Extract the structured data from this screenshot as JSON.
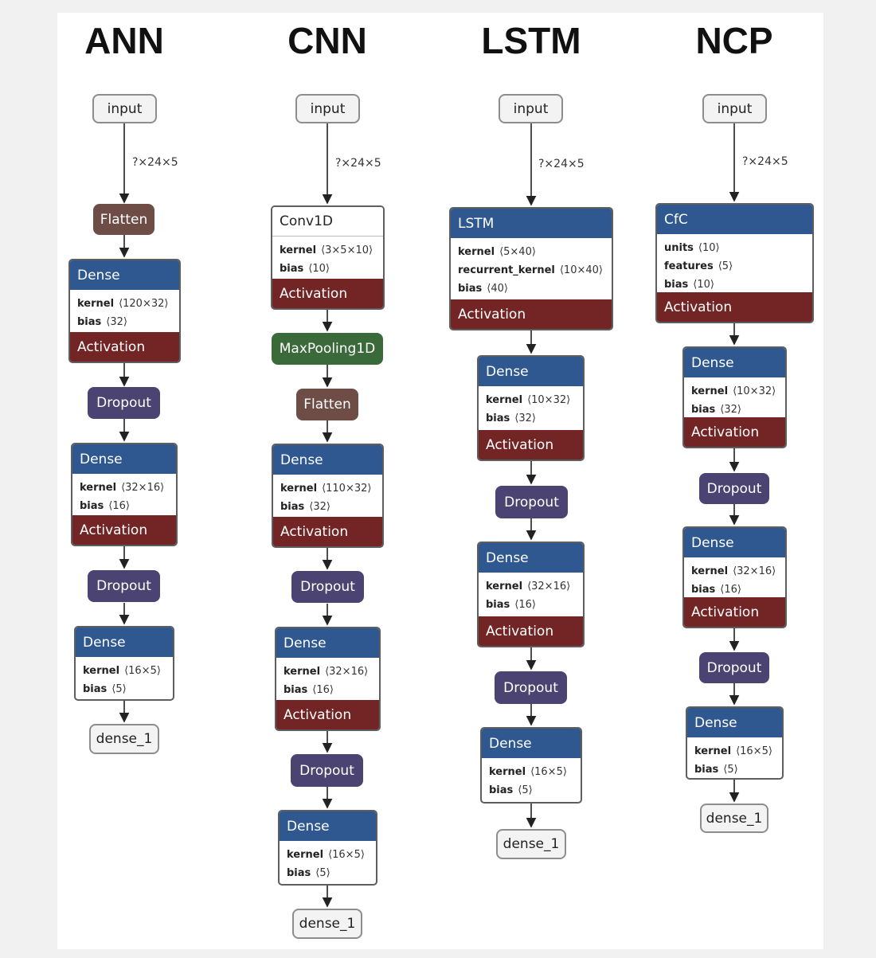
{
  "titles": [
    "ANN",
    "CNN",
    "LSTM",
    "NCP"
  ],
  "input_label": "input",
  "input_shape": "?×24×5",
  "output_label": "dense_1",
  "columns": {
    "ann": {
      "flatten": "Flatten",
      "dense1": {
        "name": "Dense",
        "p1n": "kernel",
        "p1s": "⟨120×32⟩",
        "p2n": "bias",
        "p2s": "⟨32⟩",
        "act": "Activation"
      },
      "dropout1": "Dropout",
      "dense2": {
        "name": "Dense",
        "p1n": "kernel",
        "p1s": "⟨32×16⟩",
        "p2n": "bias",
        "p2s": "⟨16⟩",
        "act": "Activation"
      },
      "dropout2": "Dropout",
      "dense3": {
        "name": "Dense",
        "p1n": "kernel",
        "p1s": "⟨16×5⟩",
        "p2n": "bias",
        "p2s": "⟨5⟩"
      }
    },
    "cnn": {
      "conv": {
        "name": "Conv1D",
        "p1n": "kernel",
        "p1s": "⟨3×5×10⟩",
        "p2n": "bias",
        "p2s": "⟨10⟩",
        "act": "Activation"
      },
      "maxpool": "MaxPooling1D",
      "flatten": "Flatten",
      "dense1": {
        "name": "Dense",
        "p1n": "kernel",
        "p1s": "⟨110×32⟩",
        "p2n": "bias",
        "p2s": "⟨32⟩",
        "act": "Activation"
      },
      "dropout1": "Dropout",
      "dense2": {
        "name": "Dense",
        "p1n": "kernel",
        "p1s": "⟨32×16⟩",
        "p2n": "bias",
        "p2s": "⟨16⟩",
        "act": "Activation"
      },
      "dropout2": "Dropout",
      "dense3": {
        "name": "Dense",
        "p1n": "kernel",
        "p1s": "⟨16×5⟩",
        "p2n": "bias",
        "p2s": "⟨5⟩"
      }
    },
    "lstm": {
      "lstm": {
        "name": "LSTM",
        "p1n": "kernel",
        "p1s": "⟨5×40⟩",
        "p2n": "recurrent_kernel",
        "p2s": "⟨10×40⟩",
        "p3n": "bias",
        "p3s": "⟨40⟩",
        "act": "Activation"
      },
      "dense1": {
        "name": "Dense",
        "p1n": "kernel",
        "p1s": "⟨10×32⟩",
        "p2n": "bias",
        "p2s": "⟨32⟩",
        "act": "Activation"
      },
      "dropout1": "Dropout",
      "dense2": {
        "name": "Dense",
        "p1n": "kernel",
        "p1s": "⟨32×16⟩",
        "p2n": "bias",
        "p2s": "⟨16⟩",
        "act": "Activation"
      },
      "dropout2": "Dropout",
      "dense3": {
        "name": "Dense",
        "p1n": "kernel",
        "p1s": "⟨16×5⟩",
        "p2n": "bias",
        "p2s": "⟨5⟩"
      }
    },
    "ncp": {
      "cfc": {
        "name": "CfC",
        "p1n": "units",
        "p1s": "⟨10⟩",
        "p2n": "features",
        "p2s": "⟨5⟩",
        "p3n": "bias",
        "p3s": "⟨10⟩",
        "act": "Activation"
      },
      "dense1": {
        "name": "Dense",
        "p1n": "kernel",
        "p1s": "⟨10×32⟩",
        "p2n": "bias",
        "p2s": "⟨32⟩",
        "act": "Activation"
      },
      "dropout1": "Dropout",
      "dense2": {
        "name": "Dense",
        "p1n": "kernel",
        "p1s": "⟨32×16⟩",
        "p2n": "bias",
        "p2s": "⟨16⟩",
        "act": "Activation"
      },
      "dropout2": "Dropout",
      "dense3": {
        "name": "Dense",
        "p1n": "kernel",
        "p1s": "⟨16×5⟩",
        "p2n": "bias",
        "p2s": "⟨5⟩"
      }
    }
  },
  "colors": {
    "dense_header": "#2f5891",
    "activation": "#722524",
    "dropout": "#4b4472",
    "flatten": "#6e4d47",
    "maxpool": "#3b6a3a"
  }
}
